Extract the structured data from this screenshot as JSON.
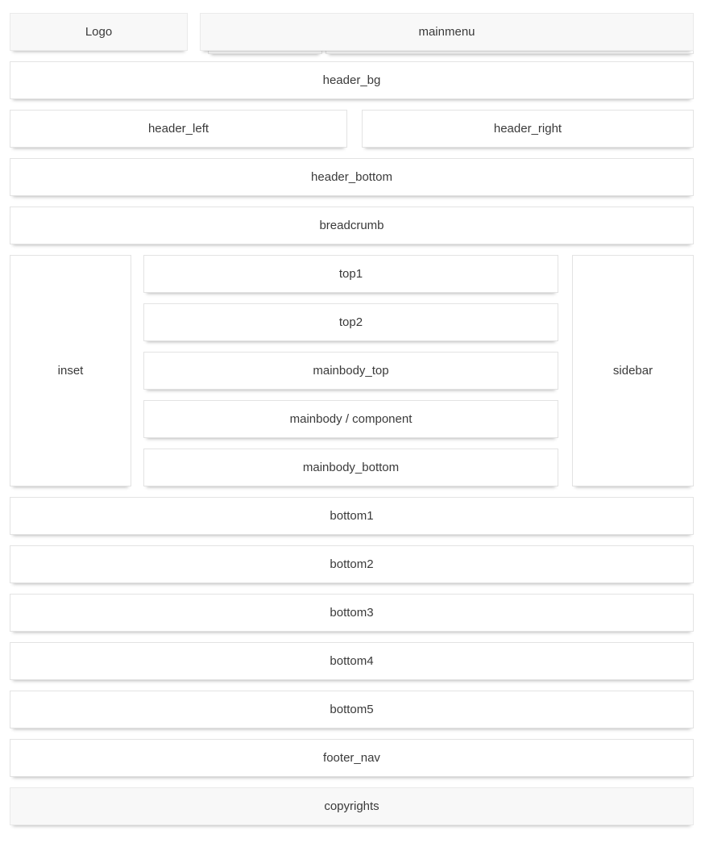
{
  "colors": {
    "page_background": "#ffffff",
    "box_background": "#ffffff",
    "muted_box_background": "#f8f8f8",
    "box_border": "#e3e3e3",
    "label_text": "#3a3a3a"
  },
  "positions": {
    "logo": "Logo",
    "mainmenu": "mainmenu",
    "header_bg": "header_bg",
    "header_left": "header_left",
    "header_right": "header_right",
    "header_bottom": "header_bottom",
    "breadcrumb": "breadcrumb",
    "inset": "inset",
    "top1": "top1",
    "top2": "top2",
    "mainbody_top": "mainbody_top",
    "mainbody": "mainbody / component",
    "mainbody_bottom": "mainbody_bottom",
    "sidebar": "sidebar",
    "bottom1": "bottom1",
    "bottom2": "bottom2",
    "bottom3": "bottom3",
    "bottom4": "bottom4",
    "bottom5": "bottom5",
    "footer_nav": "footer_nav",
    "copyrights": "copyrights"
  }
}
